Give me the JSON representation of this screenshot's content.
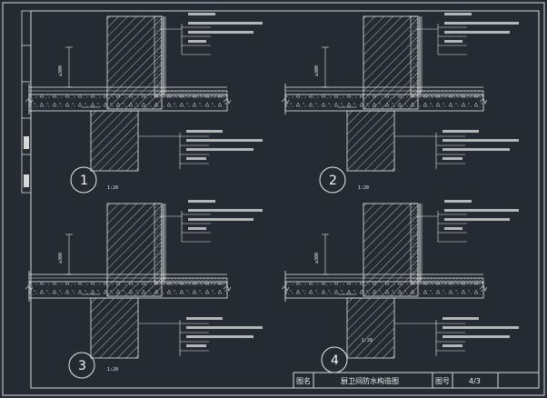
{
  "colors": {
    "background": "#262b33",
    "line": "#e8e8e8",
    "frame": "#d8d8d8"
  },
  "details": [
    {
      "number": "1",
      "scale": "1:20",
      "dim": "≥300"
    },
    {
      "number": "2",
      "scale": "1:20",
      "dim": "≥300"
    },
    {
      "number": "3",
      "scale": "1:20",
      "dim": "≥300"
    },
    {
      "number": "4",
      "scale": "1:20",
      "dim": "≥300"
    }
  ],
  "title_block": {
    "name_label": "图名",
    "title": "厨卫间防水构造图",
    "sheet_label": "图号",
    "sheet_no": "4/3"
  }
}
